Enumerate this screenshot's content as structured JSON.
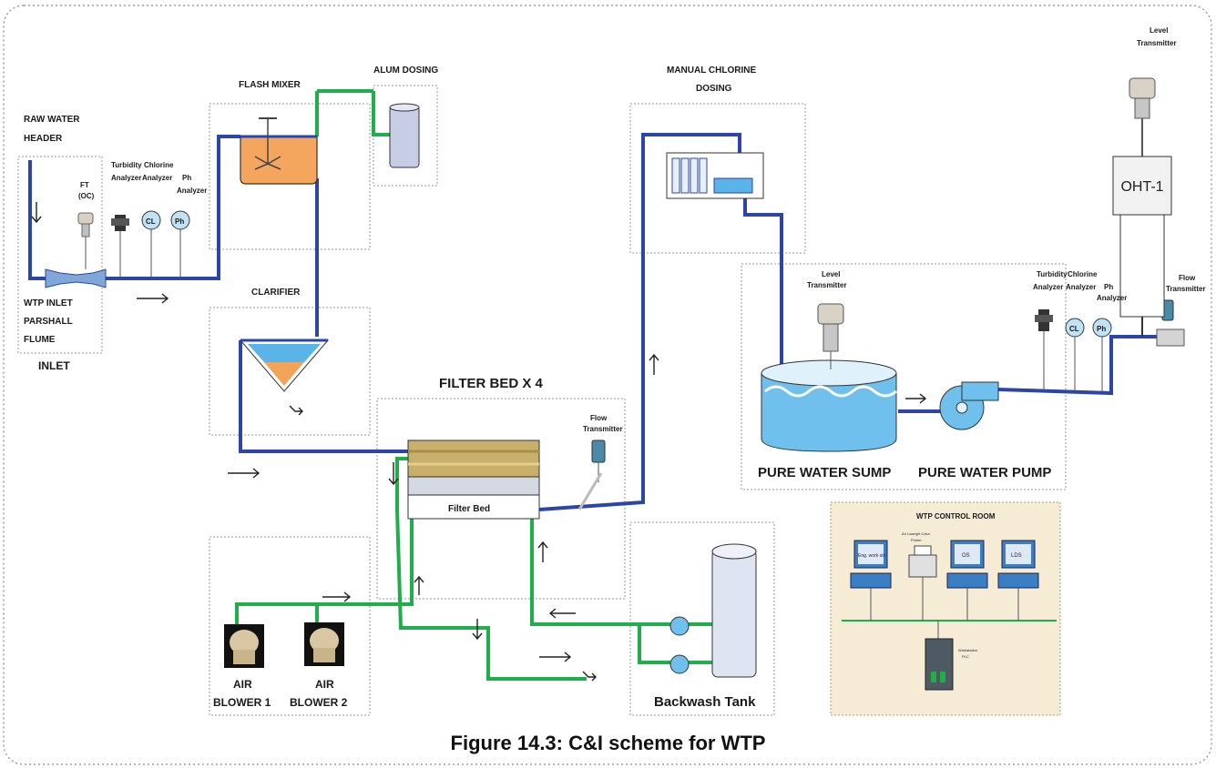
{
  "caption": "Figure 14.3: C&I scheme for WTP",
  "labels": {
    "raw_water_header_1": "RAW WATER",
    "raw_water_header_2": "HEADER",
    "ft_1": "FT",
    "ft_2": "(OC)",
    "turbidity_1": "Turbidity",
    "turbidity_2": "Analyzer",
    "chlorine_1": "Chlorine",
    "chlorine_2": "Analyzer",
    "ph_1": "Ph",
    "ph_2": "Analyzer",
    "cl_badge": "CL",
    "ph_badge": "Ph",
    "wtp_inlet_1": "WTP INLET",
    "wtp_inlet_2": "PARSHALL",
    "wtp_inlet_3": "FLUME",
    "inlet": "INLET",
    "flash_mixer": "FLASH MIXER",
    "alum_dosing": "ALUM DOSING",
    "clarifier": "CLARIFIER",
    "filter_bed_x4": "FILTER BED X 4",
    "filter_bed": "Filter Bed",
    "flow_transmitter_1": "Flow",
    "flow_transmitter_2": "Transmitter",
    "manual_chlorine_1": "MANUAL CHLORINE",
    "manual_chlorine_2": "DOSING",
    "level_transmitter_1": "Level",
    "level_transmitter_2": "Transmitter",
    "pure_water_sump": "PURE WATER SUMP",
    "pure_water_pump": "PURE WATER PUMP",
    "oht": "OHT-1",
    "air_blower_1a": "AIR",
    "air_blower_1b": "BLOWER 1",
    "air_blower_2a": "AIR",
    "air_blower_2b": "BLOWER 2",
    "backwash_tank": "Backwash Tank",
    "control_room": "WTP CONTROL ROOM",
    "cr_eng": "Eng. work stn",
    "cr_printer_1": "A4 Laserjet Color",
    "cr_printer_2": "Printer",
    "cr_os": "OS",
    "cr_lds": "LDS",
    "cr_plc_1": "Workstation",
    "cr_plc_2": "PLC"
  },
  "colors": {
    "process_line": "#2b45a8",
    "air_line": "#1fae4a",
    "mixer_fill": "#f4a65e",
    "water_fill": "#5ab4e8",
    "sludge_fill": "#f2a45a",
    "control_room_bg": "#f6ecd6",
    "filter_media": "#c9b06a"
  }
}
